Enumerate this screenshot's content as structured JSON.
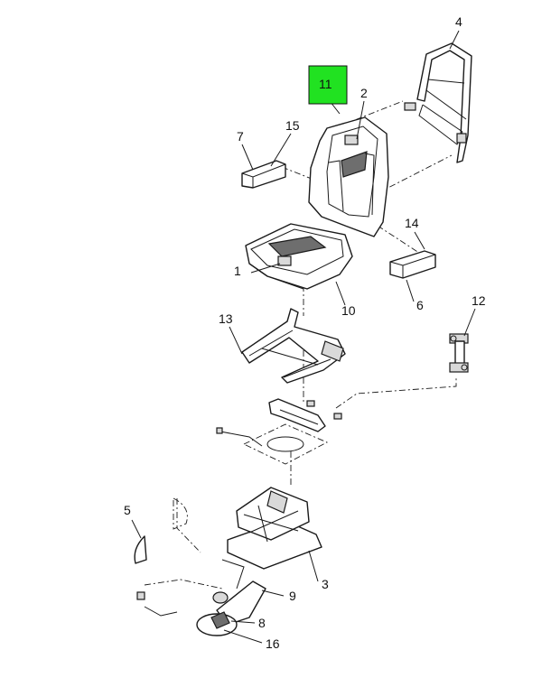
{
  "callouts": {
    "c1": "1",
    "c2": "2",
    "c3": "3",
    "c4": "4",
    "c5": "5",
    "c6": "6",
    "c7": "7",
    "c8": "8",
    "c9": "9",
    "c10": "10",
    "c11": "11",
    "c12": "12",
    "c13": "13",
    "c14": "14",
    "c15": "15",
    "c16": "16"
  },
  "highlight": {
    "callout": "11",
    "color": "#21e221"
  },
  "colors": {
    "line": "#1a1a1a",
    "shade": "#6e6e6e",
    "background": "#ffffff"
  }
}
